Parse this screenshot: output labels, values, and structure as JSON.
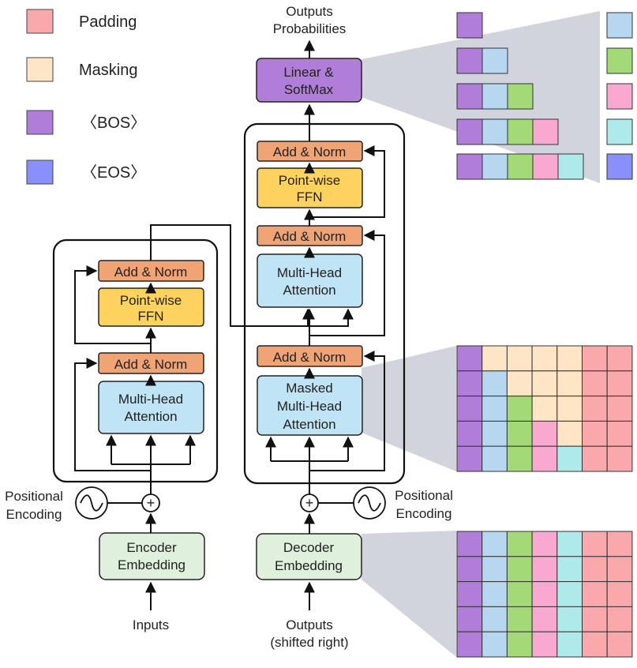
{
  "legend": [
    {
      "label": "Padding",
      "color": "#f9a9ab"
    },
    {
      "label": "Masking",
      "color": "#fde5c6"
    },
    {
      "label": "〈BOS〉",
      "color": "#b07ed8"
    },
    {
      "label": "〈EOS〉",
      "color": "#8a90fb"
    }
  ],
  "encoder": {
    "add_norm_top": "Add & Norm",
    "ffn_line1": "Point-wise",
    "ffn_line2": "FFN",
    "add_norm_bottom": "Add & Norm",
    "attn_line1": "Multi-Head",
    "attn_line2": "Attention",
    "embedding_line1": "Encoder",
    "embedding_line2": "Embedding",
    "input_label": "Inputs",
    "pos_line1": "Positional",
    "pos_line2": "Encoding"
  },
  "decoder": {
    "add_norm_top": "Add & Norm",
    "ffn_line1": "Point-wise",
    "ffn_line2": "FFN",
    "add_norm_mid": "Add & Norm",
    "cross_attn_line1": "Multi-Head",
    "cross_attn_line2": "Attention",
    "add_norm_bottom": "Add & Norm",
    "masked_line1": "Masked",
    "masked_line2": "Multi-Head",
    "masked_line3": "Attention",
    "embedding_line1": "Decoder",
    "embedding_line2": "Embedding",
    "output_line1": "Outputs",
    "output_line2": "(shifted right)",
    "pos_line1": "Positional",
    "pos_line2": "Encoding"
  },
  "head": {
    "linear_line1": "Linear &",
    "linear_line2": "SoftMax",
    "prob_line1": "Outputs",
    "prob_line2": "Probabilities"
  },
  "token_colors": [
    "#b07ed8",
    "#b6d7ef",
    "#a3d977",
    "#f9a9cf",
    "#aeeaea",
    "#8a90fb"
  ],
  "output_steps": [
    {
      "context_len": 1,
      "predicted_color": "#b6d7ef"
    },
    {
      "context_len": 2,
      "predicted_color": "#a3d977"
    },
    {
      "context_len": 3,
      "predicted_color": "#f9a9cf"
    },
    {
      "context_len": 4,
      "predicted_color": "#aeeaea"
    },
    {
      "context_len": 5,
      "predicted_color": "#8a90fb"
    }
  ],
  "masked_matrix": [
    [
      "#b07ed8",
      "#fde5c6",
      "#fde5c6",
      "#fde5c6",
      "#fde5c6",
      "#f9a9ab",
      "#f9a9ab"
    ],
    [
      "#b07ed8",
      "#b6d7ef",
      "#fde5c6",
      "#fde5c6",
      "#fde5c6",
      "#f9a9ab",
      "#f9a9ab"
    ],
    [
      "#b07ed8",
      "#b6d7ef",
      "#a3d977",
      "#fde5c6",
      "#fde5c6",
      "#f9a9ab",
      "#f9a9ab"
    ],
    [
      "#b07ed8",
      "#b6d7ef",
      "#a3d977",
      "#f9a9cf",
      "#fde5c6",
      "#f9a9ab",
      "#f9a9ab"
    ],
    [
      "#b07ed8",
      "#b6d7ef",
      "#a3d977",
      "#f9a9cf",
      "#aeeaea",
      "#f9a9ab",
      "#f9a9ab"
    ]
  ],
  "embedding_matrix": [
    [
      "#b07ed8",
      "#b6d7ef",
      "#a3d977",
      "#f9a9cf",
      "#aeeaea",
      "#f9a9ab",
      "#f9a9ab"
    ],
    [
      "#b07ed8",
      "#b6d7ef",
      "#a3d977",
      "#f9a9cf",
      "#aeeaea",
      "#f9a9ab",
      "#f9a9ab"
    ],
    [
      "#b07ed8",
      "#b6d7ef",
      "#a3d977",
      "#f9a9cf",
      "#aeeaea",
      "#f9a9ab",
      "#f9a9ab"
    ],
    [
      "#b07ed8",
      "#b6d7ef",
      "#a3d977",
      "#f9a9cf",
      "#aeeaea",
      "#f9a9ab",
      "#f9a9ab"
    ],
    [
      "#b07ed8",
      "#b6d7ef",
      "#a3d977",
      "#f9a9cf",
      "#aeeaea",
      "#f9a9ab",
      "#f9a9ab"
    ]
  ]
}
